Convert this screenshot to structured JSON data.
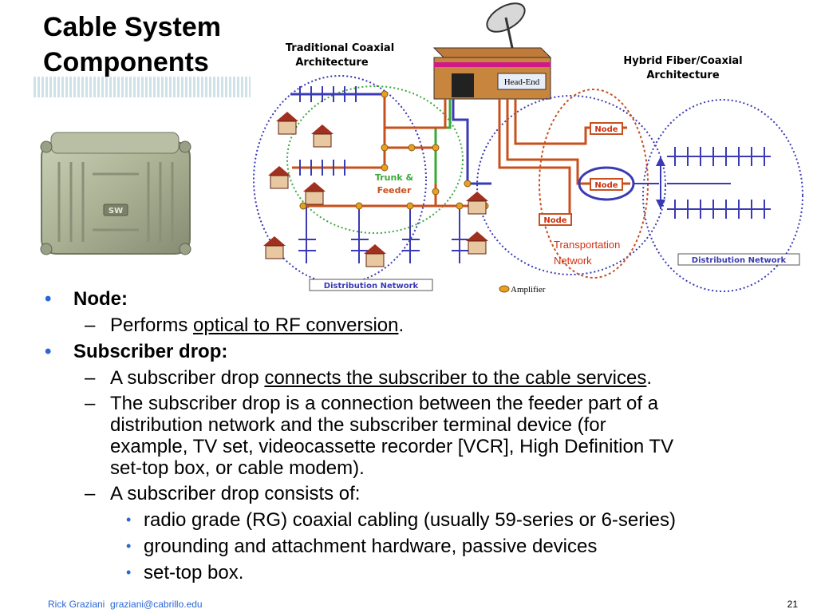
{
  "slide": {
    "title_line1": "Cable System",
    "title_line2": "Components",
    "page_number": "21"
  },
  "footer": {
    "author": "Rick Graziani",
    "email": "graziani@cabrillo.edu"
  },
  "device": {
    "badge": "SW"
  },
  "diagram": {
    "traditional_title_1": "Traditional Coaxial",
    "traditional_title_2": "Architecture",
    "hybrid_title_1": "Hybrid Fiber/Coaxial",
    "hybrid_title_2": "Architecture",
    "head_end": "Head-End",
    "trunk": "Trunk &",
    "feeder": "Feeder",
    "node": "Node",
    "transport_1": "Transportation",
    "transport_2": "Network",
    "dist_net": "Distribution Network",
    "amplifier": "Amplifier",
    "colors": {
      "coax": "#c8501e",
      "fiber": "#c8501e",
      "trunk": "#3aa83a",
      "feeder": "#3a3ab4",
      "amp": "#e8a020",
      "label_red": "#d03010"
    }
  },
  "bullets": {
    "node_heading": "Node:",
    "node_sub_pre": "Performs ",
    "node_sub_link": "optical to RF conversion",
    "node_sub_post": ".",
    "drop_heading": "Subscriber drop:",
    "drop_1_pre": "A subscriber drop ",
    "drop_1_link": "connects the subscriber to the cable services",
    "drop_1_post": ".",
    "drop_2_line1": "The subscriber drop is a connection between the feeder part of a",
    "drop_2_line2": "distribution network and the subscriber terminal device (for",
    "drop_2_line3": "example, TV set, videocassette recorder [VCR], High Definition TV",
    "drop_2_line4": "set-top box, or cable modem).",
    "drop_3": "A subscriber drop consists of:",
    "item_1": "radio grade (RG) coaxial cabling (usually 59-series or 6-series)",
    "item_2": "grounding and attachment hardware, passive devices",
    "item_3": "set-top box."
  },
  "symbols": {
    "bullet": "•",
    "dash": "–",
    "sub_bullet": "•"
  }
}
